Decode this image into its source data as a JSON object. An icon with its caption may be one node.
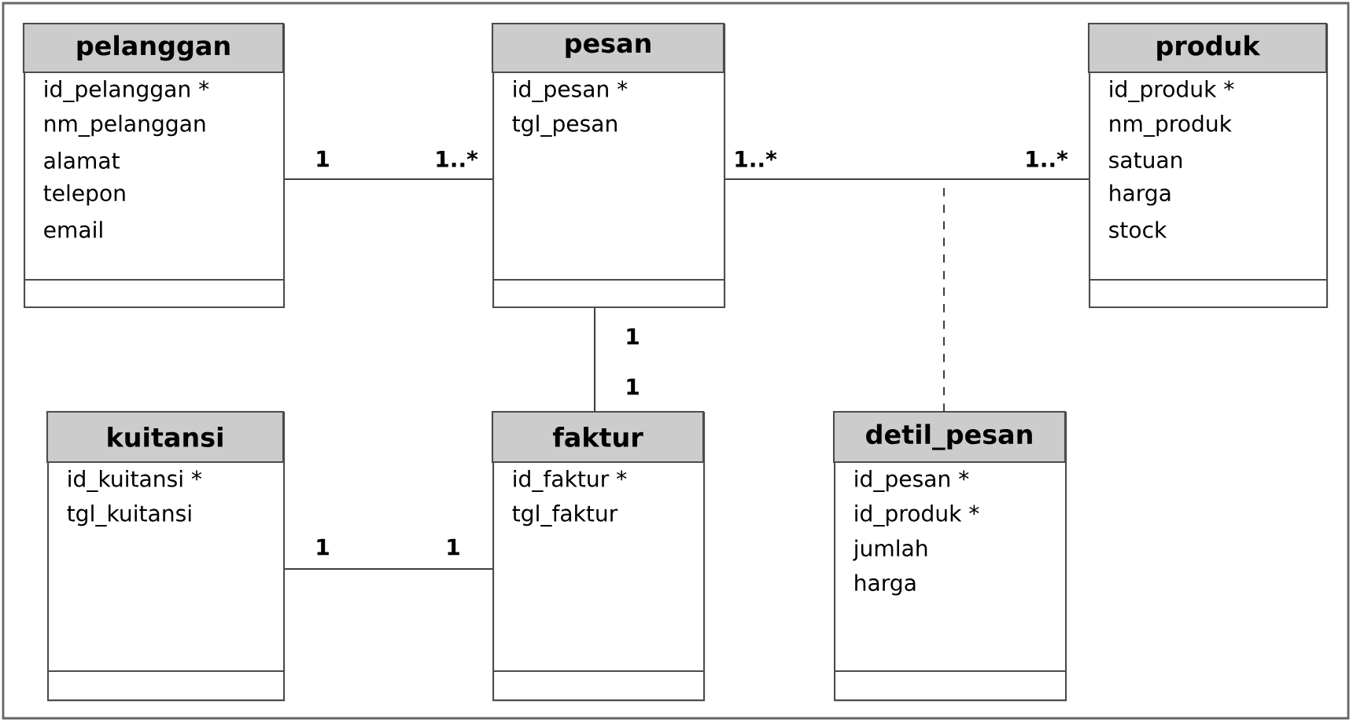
{
  "diagram": {
    "nodes": [
      {
        "text": [
          "pelanggan",
          "id_pelanggan *",
          "nm_pelanggan",
          "alamat",
          "telepon",
          "email"
        ]
      },
      {
        "text": [
          "pesan",
          "id_pesan *",
          "tgl_pesan"
        ]
      },
      {
        "text": [
          "produk",
          "id_produk *",
          "nm_produk",
          "satuan",
          "harga",
          "stock"
        ]
      },
      {
        "text": [
          "kuitansi",
          "id_kuitansi *",
          "tgl_kuitansi"
        ]
      },
      {
        "text": [
          "faktur",
          "id_faktur *",
          "tgl_faktur"
        ]
      },
      {
        "text": [
          "detil_pesan",
          "id_pesan *",
          "id_produk *",
          "jumlah",
          "harga"
        ]
      }
    ],
    "edges": [
      {
        "from": 0,
        "to": 1,
        "arrow": "none"
      },
      {
        "from": 1,
        "to": 2,
        "arrow": "none"
      },
      {
        "from": 1,
        "to": 4,
        "arrow": "none"
      },
      {
        "from": 3,
        "to": 4,
        "arrow": "none"
      },
      {
        "from": 5,
        "to": null,
        "arrow": "none",
        "style": "dashed"
      }
    ],
    "labels": [
      "1",
      "1..*",
      "1..*",
      "1..*",
      "1",
      "1",
      "1",
      "1"
    ]
  }
}
